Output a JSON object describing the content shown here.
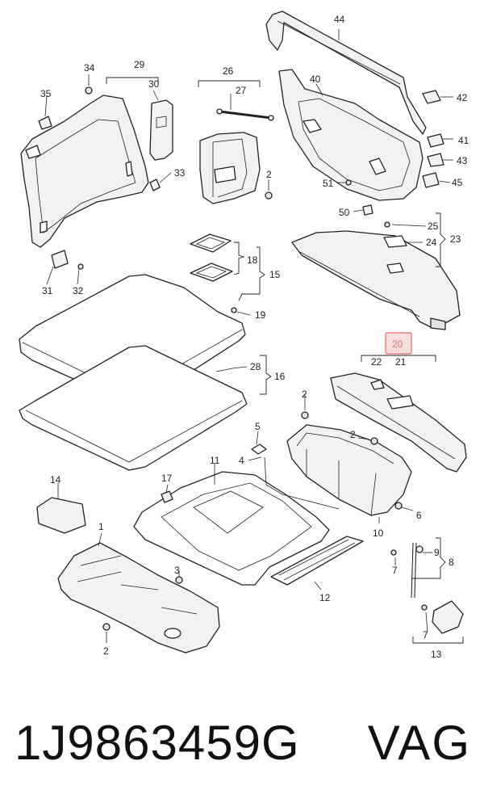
{
  "footer": {
    "part_number": "1J9863459G",
    "brand": "VAG"
  },
  "highlight_color": "#e26b6b",
  "callouts": {
    "c1": "1",
    "c2a": "2",
    "c2b": "2",
    "c2c": "2",
    "c2d": "2",
    "c3": "3",
    "c4": "4",
    "c5": "5",
    "c6": "6",
    "c7a": "7",
    "c7b": "7",
    "c8": "8",
    "c9": "9",
    "c10": "10",
    "c11": "11",
    "c12": "12",
    "c13": "13",
    "c14": "14",
    "c15": "15",
    "c16": "16",
    "c17": "17",
    "c18": "18",
    "c19": "19",
    "c20": "20",
    "c21": "21",
    "c22": "22",
    "c23": "23",
    "c24": "24",
    "c25": "25",
    "c26": "26",
    "c27": "27",
    "c28": "28",
    "c29": "29",
    "c30": "30",
    "c31": "31",
    "c32": "32",
    "c33": "33",
    "c34": "34",
    "c35": "35",
    "c40": "40",
    "c41": "41",
    "c42": "42",
    "c43": "43",
    "c44": "44",
    "c45": "45",
    "c50": "50",
    "c51": "51"
  }
}
